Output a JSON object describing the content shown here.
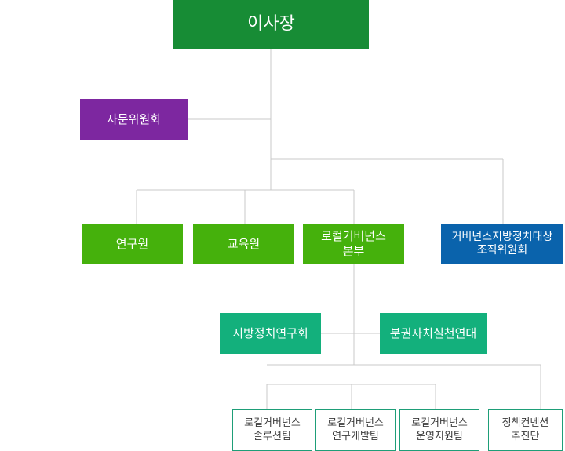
{
  "chairman": "이사장",
  "advisory_committee": "자문위원회",
  "institute_research": "연구원",
  "institute_education": "교육원",
  "local_governance_hq": {
    "line1": "로컬거버넌스",
    "line2": "본부"
  },
  "organizing_committee": {
    "line1": "거버넌스지방정치대상",
    "line2": "조직위원회"
  },
  "local_politics_study": "지방정치연구회",
  "decentralization_coalition": "분권자치실천연대",
  "teams": [
    {
      "line1": "로컬거버넌스",
      "line2": "솔루션팀"
    },
    {
      "line1": "로컬거버넌스",
      "line2": "연구개발팀"
    },
    {
      "line1": "로컬거버넌스",
      "line2": "운영지원팀"
    },
    {
      "line1": "정책컨벤션",
      "line2": "추진단"
    }
  ],
  "colors": {
    "chairman": "#178c35",
    "advisory": "#7d27a0",
    "institute": "#45b10c",
    "committee": "#0a63ac",
    "study_group": "#13b07c",
    "team_border": "#1e9e78",
    "connector": "#c8c8c8"
  }
}
